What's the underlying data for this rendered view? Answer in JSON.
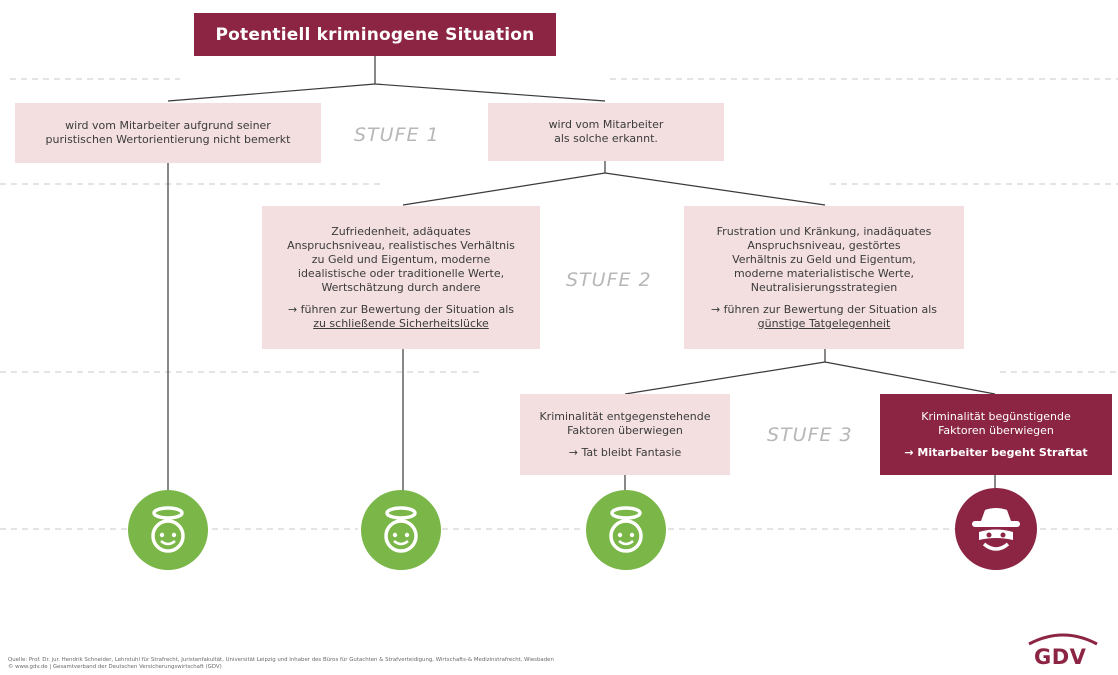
{
  "title": "Potentiell kriminogene Situation",
  "stages": {
    "stage1": "STUFE 1",
    "stage2": "STUFE 2",
    "stage3": "STUFE 3"
  },
  "level1": {
    "left": {
      "line1": "wird vom Mitarbeiter aufgrund seiner",
      "line2": "puristischen Wertorientierung nicht bemerkt"
    },
    "right": {
      "line1": "wird vom Mitarbeiter",
      "line2": "als solche erkannt."
    }
  },
  "level2": {
    "left": {
      "lines": [
        "Zufriedenheit, adäquates",
        "Anspruchsniveau, realistisches Verhältnis",
        "zu Geld und Eigentum, moderne",
        "idealistische oder traditionelle Werte,",
        "Wertschätzung durch andere"
      ],
      "arrow_text": "→ führen zur Bewertung der Situation als",
      "underlined": "zu schließende Sicherheitslücke"
    },
    "right": {
      "lines": [
        "Frustration und Kränkung, inadäquates",
        "Anspruchsniveau, gestörtes",
        "Verhältnis zu Geld und Eigentum,",
        "moderne materialistische Werte,",
        "Neutralisierungsstrategien"
      ],
      "arrow_text": "→ führen zur Bewertung der Situation als",
      "underlined": "günstige Tatgelegenheit"
    }
  },
  "level3": {
    "left": {
      "line1": "Kriminalität entgegenstehende",
      "line2": "Faktoren überwiegen",
      "result": "→ Tat bleibt Fantasie"
    },
    "right": {
      "line1": "Kriminalität begünstigende",
      "line2": "Faktoren überwiegen",
      "result": "→ Mitarbeiter begeht Straftat"
    }
  },
  "icons": [
    "angel-face-icon",
    "angel-face-icon",
    "angel-face-icon",
    "criminal-masked-face-icon"
  ],
  "footer": {
    "line1": "Quelle: Prof. Dr. jur. Hendrik Schneider, Lehrstuhl für Strafrecht, Juristenfakultät, Universität Leipzig und Inhaber des Büros für Gutachten & Strafverteidigung, Wirtschafts-& Medizinstrafrecht, Wiesbaden",
    "line2": "© www.gdv.de | Gesamtverband der Deutschen Versicherungswirtschaft (GDV)"
  },
  "logo_text": "GDV",
  "colors": {
    "accent": "#8c2444",
    "box_fill": "#f3dfe0",
    "good": "#7ab648",
    "stage_text": "#b7b7b7"
  }
}
